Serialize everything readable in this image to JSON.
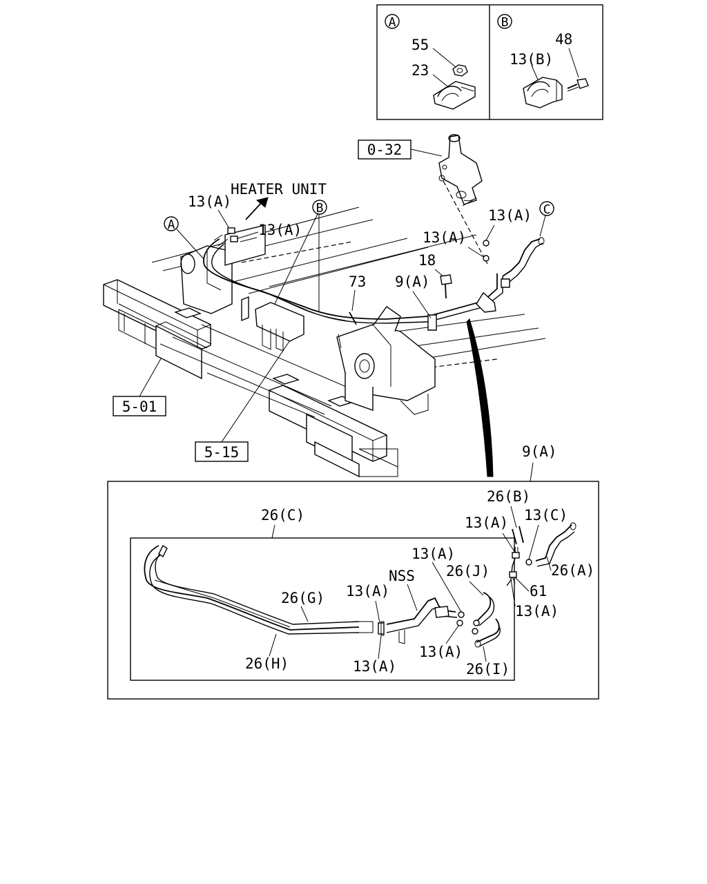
{
  "inset_a": {
    "marker": "A",
    "labels": [
      "55",
      "23"
    ]
  },
  "inset_b": {
    "marker": "B",
    "labels": [
      "13(B)",
      "48"
    ]
  },
  "main": {
    "ref_boxes": [
      "0-32",
      "5-01",
      "5-15"
    ],
    "heater_label": "HEATER UNIT",
    "markers": [
      "A",
      "B",
      "C"
    ],
    "labels": [
      "13(A)",
      "13(A)",
      "13(A)",
      "13(A)",
      "18",
      "9(A)",
      "73"
    ]
  },
  "detail": {
    "title": "9(A)",
    "labels": [
      "26(B)",
      "13(A)",
      "13(C)",
      "26(C)",
      "13(A)",
      "26(J)",
      "26(A)",
      "NSS",
      "13(A)",
      "61",
      "13(A)",
      "26(G)",
      "26(H)",
      "13(A)",
      "13(A)",
      "26(I)"
    ]
  }
}
